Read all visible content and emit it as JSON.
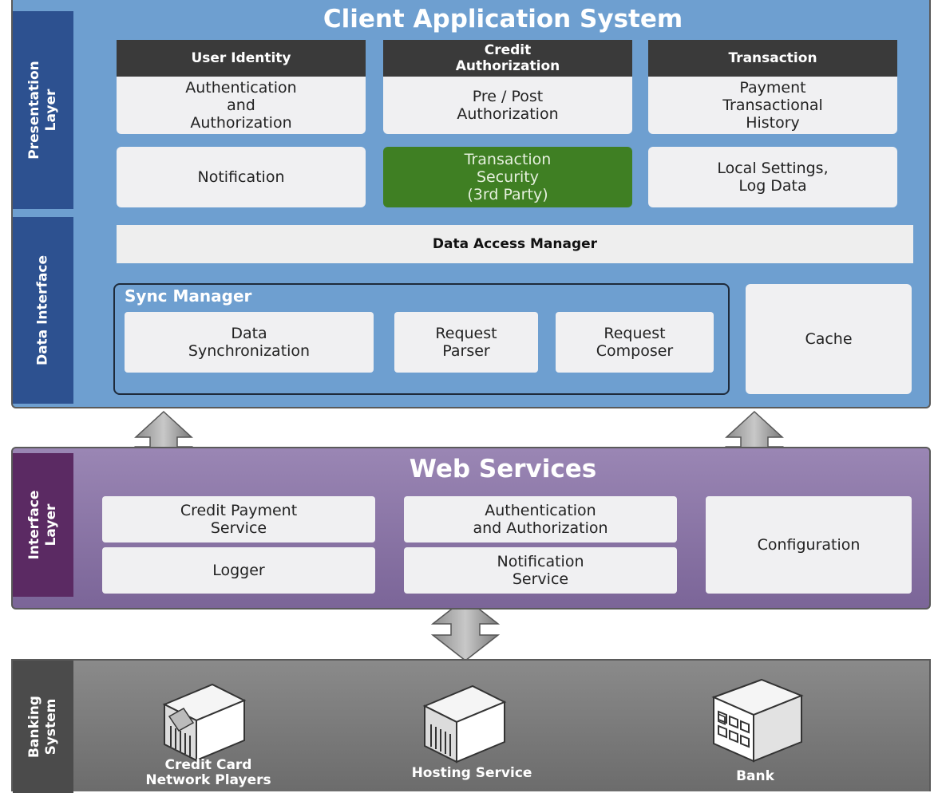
{
  "client_app": {
    "title": "Client Application System",
    "side_presentation": "Presentation\nLayer",
    "side_data": "Data Interface",
    "headers": [
      "User Identity",
      "Credit\nAuthorization",
      "Transaction"
    ],
    "row1": [
      "Authentication\nand\nAuthorization",
      "Pre / Post\nAuthorization",
      "Payment\nTransactional\nHistory"
    ],
    "row2": [
      "Notification",
      "Transaction\nSecurity\n(3rd Party)",
      "Local Settings,\nLog Data"
    ],
    "data_access_manager": "Data Access Manager",
    "sync_manager": {
      "title": "Sync Manager",
      "items": [
        "Data\nSynchronization",
        "Request\nParser",
        "Request\nComposer"
      ]
    },
    "cache": "Cache"
  },
  "web_services": {
    "title": "Web Services",
    "side": "Interface\nLayer",
    "items": {
      "credit_payment": "Credit Payment\nService",
      "logger": "Logger",
      "auth": "Authentication\nand Authorization",
      "notification": "Notification\nService",
      "configuration": "Configuration"
    }
  },
  "banking": {
    "side": "Banking\nSystem",
    "items": [
      "Credit Card\nNetwork Players",
      "Hosting Service",
      "Bank"
    ]
  },
  "colors": {
    "client_bg": "#6e9fd0",
    "presentation_side": "#2d5190",
    "header": "#3a3a3a",
    "security_green": "#3f7f23",
    "web_bg": "#8a74a6",
    "interface_side": "#5b2a63",
    "banking_bg": "#7a7a7a"
  }
}
